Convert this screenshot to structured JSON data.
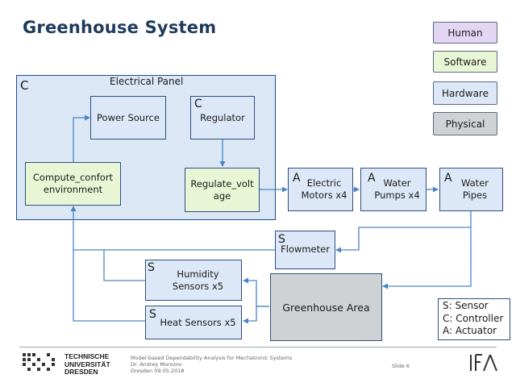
{
  "title": "Greenhouse System",
  "legend": {
    "human": "Human",
    "software": "Software",
    "hardware": "Hardware",
    "physical": "Physical",
    "colors": {
      "human": "#e2d6f4",
      "software": "#e9f6d5",
      "hardware": "#dce8f7",
      "physical": "#cfd2d4"
    }
  },
  "panel": {
    "tag": "C",
    "title": "Electrical Panel"
  },
  "blocks": {
    "power_source": "Power Source",
    "regulator_tag": "C",
    "regulator": "Regulator",
    "compute": "Compute_confort environment",
    "regulate": "Regulate_volt age",
    "motors_tag": "A",
    "motors": "Electric Motors x4",
    "pumps_tag": "A",
    "pumps": "Water Pumps x4",
    "pipes_tag": "A",
    "pipes": "Water Pipes",
    "flowmeter_tag": "S",
    "flowmeter": "Flowmeter",
    "humidity_tag": "S",
    "humidity": "Humidity Sensors x5",
    "heat_tag": "S",
    "heat": "Heat Sensors x5",
    "greenhouse": "Greenhouse Area"
  },
  "key": {
    "sensor": "S: Sensor",
    "controller": "C: Controller",
    "actuator": "A: Actuator"
  },
  "footer": {
    "line1": "Model-based Dependability Analysis for Mechatronic Systems",
    "line2": "Dr. Andrey Morozov",
    "line3": "Dresden 09.05.2018",
    "slide": "Slide 6",
    "tud1": "TECHNISCHE",
    "tud2": "UNIVERSITÄT",
    "tud3": "DRESDEN",
    "ifa_sub": "IfA"
  }
}
